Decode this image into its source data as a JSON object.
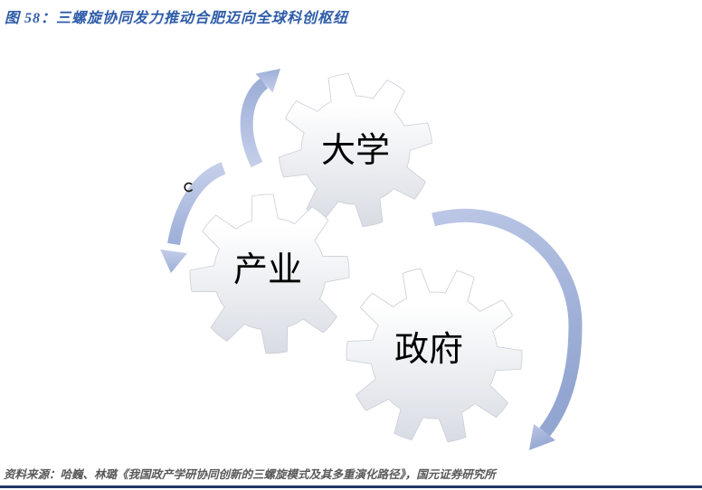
{
  "figure": {
    "title": "图 58：三螺旋协同发力推动合肥迈向全球科创枢纽",
    "source": "资料来源：哈巍、林璐《我国政产学研协同创新的三螺旋模式及其多重演化路径》，国元证券研究所"
  },
  "diagram": {
    "type": "three-helix-gears",
    "gears": [
      {
        "id": "university",
        "label": "大学"
      },
      {
        "id": "industry",
        "label": "产业"
      },
      {
        "id": "government",
        "label": "政府"
      }
    ],
    "arrows": [
      {
        "id": "industry-to-university",
        "direction": "up-right"
      },
      {
        "id": "university-to-industry",
        "direction": "down-left"
      },
      {
        "id": "government-cycle",
        "direction": "clockwise-down"
      }
    ],
    "colors": {
      "title_text": "#2E5CA8",
      "source_text": "#595959",
      "bottom_rule": "#1F3864",
      "arrow_light": "#C4CEE9",
      "arrow_dark": "#93A6D1",
      "gear_fill_top": "#FFFFFF",
      "gear_fill_bottom": "#D8DCE3",
      "gear_label_text": "#000000"
    }
  }
}
